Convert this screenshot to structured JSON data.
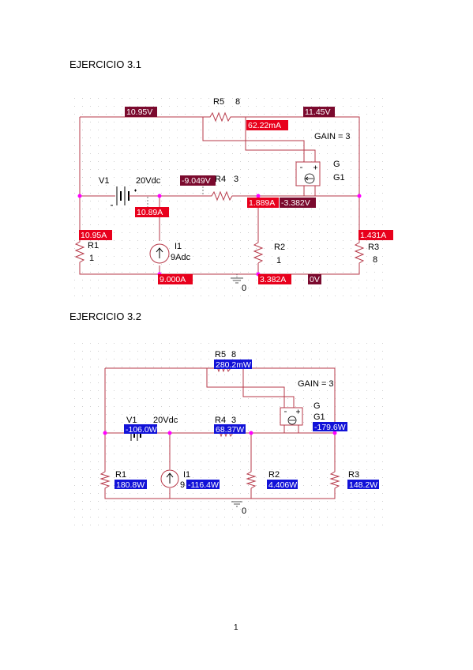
{
  "headings": {
    "ex1": "EJERCICIO 3.1",
    "ex2": "EJERCICIO 3.2"
  },
  "page_number": "1",
  "colors": {
    "wire": "#b73a4a",
    "node": "#ff00ff",
    "badge_red": "#e8001c",
    "badge_dark": "#7b0a2e",
    "badge_blue": "#1212d8"
  },
  "circuit1": {
    "components": {
      "v1_name": "V1",
      "v1_value": "20Vdc",
      "r4_name": "R4",
      "r4_value": "3",
      "r5_name": "R5",
      "r5_value": "8",
      "gain": "GAIN = 3",
      "g_name": "G",
      "g1_name": "G1",
      "r1_name": "R1",
      "r1_value": "1",
      "i1_name": "I1",
      "i1_value": "9Adc",
      "r2_name": "R2",
      "r2_value": "1",
      "r3_name": "R3",
      "r3_value": "8",
      "ground": "0"
    },
    "badges": {
      "v_top_left": "10.95V",
      "v_top_right": "11.45V",
      "i_r5": "62.22mA",
      "v_r4_left": "-9.049V",
      "v_source_node": "10.89A",
      "i_r4": "1.889A",
      "v_g1": "-3.382V",
      "i_r1": "10.95A",
      "i_r3": "1.431A",
      "i_i1": "9.000A",
      "i_r2": "3.382A",
      "v_ground": "0V"
    }
  },
  "circuit2": {
    "components": {
      "r5_name": "R5",
      "r5_value": "8",
      "gain": "GAIN = 3",
      "g_name": "G",
      "g1_name": "G1",
      "v1_name": "V1",
      "v1_value": "20Vdc",
      "r4_name": "R4",
      "r4_value": "3",
      "r1_name": "R1",
      "i1_name": "I1",
      "i1_prefix": "9",
      "r2_name": "R2",
      "r3_name": "R3",
      "ground": "0"
    },
    "badges": {
      "p_r5": "280.2mW",
      "p_g1": "-179.6W",
      "p_v1": "-106.0W",
      "p_r4": "68.37W",
      "p_r1": "180.8W",
      "p_i1": "-116.4W",
      "p_r2": "4.406W",
      "p_r3": "148.2W"
    }
  }
}
